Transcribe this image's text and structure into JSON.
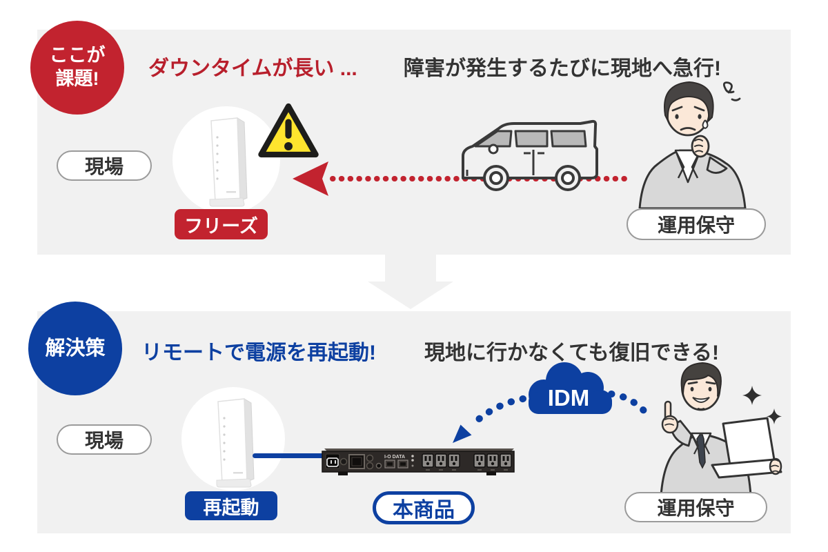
{
  "colors": {
    "panel_gray": "#f1f1f1",
    "accent_red": "#c2232f",
    "accent_blue": "#0d40a1",
    "dark_text": "#333333",
    "warning_yellow": "#ffe42e",
    "pill_border_gray": "#9a9a9a"
  },
  "problem_section": {
    "badge": {
      "line1": "ここが",
      "line2": "課題!"
    },
    "downtime_heading": "ダウンタイムが長い ...",
    "dispatch_heading": "障害が発生するたびに現地へ急行!",
    "site_pill": "現場",
    "freeze_tag": "フリーズ",
    "ops_pill": "運用保守"
  },
  "solution_section": {
    "badge": "解決策",
    "remote_heading": "リモートで電源を再起動!",
    "recover_heading": "現地に行かなくても復旧できる!",
    "site_pill": "現場",
    "restart_tag": "再起動",
    "product_pill": "本商品",
    "ops_pill": "運用保守",
    "cloud_label": "IDM",
    "device_brand": "I-O DATA"
  },
  "icons": {
    "warning": "warning-triangle",
    "car": "minivan-line-art",
    "router": "network-router-tower",
    "pdu": "rack-power-strip",
    "cloud": "idm-cloud",
    "worried_person": "worried-maintenance-worker",
    "happy_person": "happy-maintenance-worker-with-laptop",
    "transition": "big-down-arrow",
    "red_arrow": "red-dotted-arrow-left",
    "blue_arrows": "blue-dotted-curved-arrows"
  }
}
